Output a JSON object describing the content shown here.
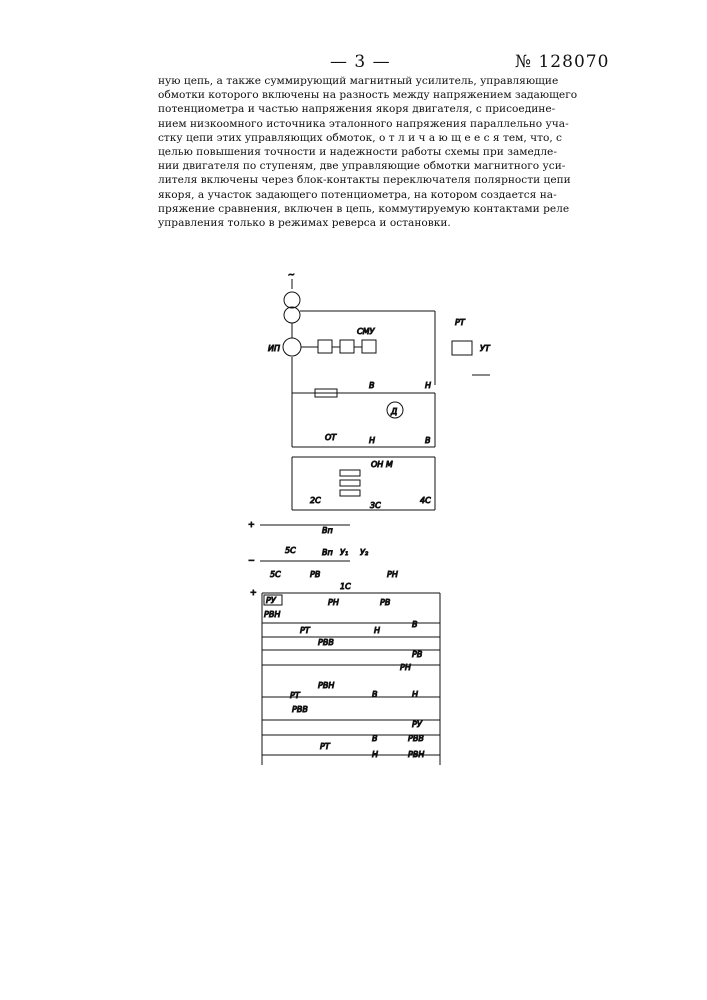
{
  "header": {
    "page_number": "— 3 —",
    "patent_number": "№ 128070"
  },
  "text_lines": [
    "ную цепь, а также суммирующий магнитный усилитель, управляющие",
    "обмотки которого включены на разность между напряжением задающего",
    "потенциометра и частью напряжения якоря двигателя, с присоедине-",
    "нием низкоомного источника эталонного напряжения параллельно уча-",
    "стку цепи этих управляющих обмоток, о т л и ч а ю щ е е с я тем, что, с",
    "целью повышения точности и надежности работы схемы при замедле-",
    "нии двигателя по ступеням, две управляющие обмотки магнитного уси-",
    "лителя включены через блок-контакты переключателя полярности цепи",
    "якоря, а участок задающего потенциометра, на котором создается на-",
    "пряжение сравнения, включен в цепь, коммутируемую контактами реле",
    "управления только в режимах реверса и остановки."
  ],
  "schematic_labels": {
    "ip": "ИП",
    "smu": "СМУ",
    "rt": "РТ",
    "ut": "УТ",
    "v": "В",
    "n": "Н",
    "d": "Д",
    "ot": "ОТ",
    "onm": "ОН М",
    "c2": "2С",
    "c3": "3С",
    "c4": "4С",
    "c5": "5С",
    "c1": "1С",
    "vp": "Вп",
    "u1": "У₁",
    "u2": "У₂",
    "rv": "РВ",
    "rn": "РН",
    "ru": "РУ",
    "rvn": "РВН",
    "rvv": "РВВ",
    "plus": "+",
    "minus": "−",
    "tilde": "~"
  }
}
